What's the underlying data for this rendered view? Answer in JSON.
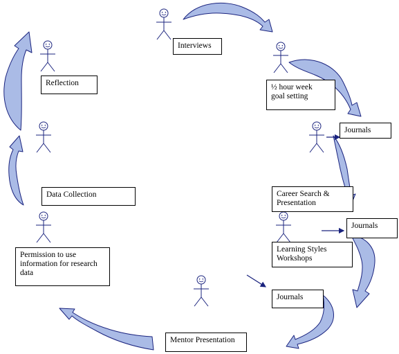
{
  "colors": {
    "arrow_fill": "#aabbe6",
    "arrow_stroke": "#1a237e",
    "outline": "#000000"
  },
  "diagram": {
    "nodes": [
      {
        "id": "interviews",
        "label": "Interviews"
      },
      {
        "id": "goal_setting",
        "label": "½ hour week\ngoal setting"
      },
      {
        "id": "journals_1",
        "label": "Journals"
      },
      {
        "id": "career_search",
        "label": "Career Search &\nPresentation"
      },
      {
        "id": "journals_2",
        "label": "Journals"
      },
      {
        "id": "learning_styles",
        "label": "Learning Styles\nWorkshops"
      },
      {
        "id": "journals_3",
        "label": "Journals"
      },
      {
        "id": "mentor_presentation",
        "label": "Mentor Presentation"
      },
      {
        "id": "permission",
        "label": "Permission to use\ninformation for research\ndata"
      },
      {
        "id": "data_collection",
        "label": "Data Collection"
      },
      {
        "id": "reflection",
        "label": "Reflection"
      }
    ],
    "people_icon": "stick-figure-icon",
    "curved_arrow_icon": "curved-block-arrow-icon",
    "straight_arrow_icon": "straight-arrow-icon"
  }
}
